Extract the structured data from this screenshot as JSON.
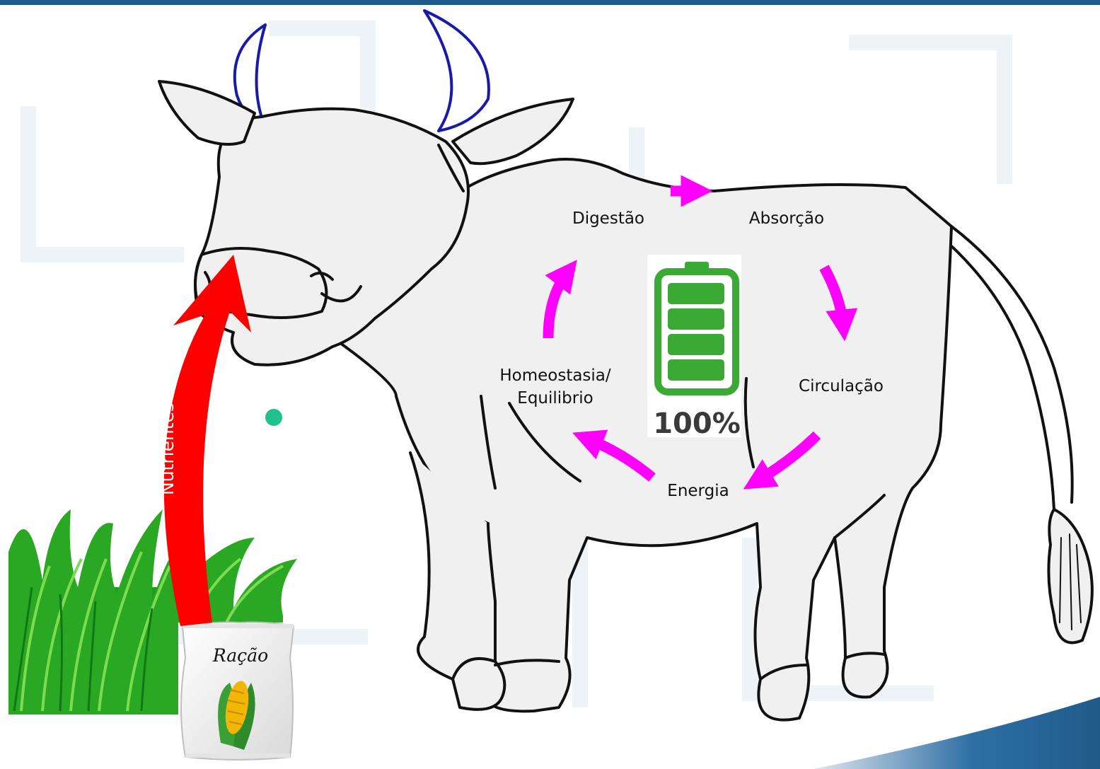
{
  "diagram": {
    "cycle_steps": {
      "digestao": "Digestão",
      "absorcao": "Absorção",
      "circulacao": "Circulação",
      "energia": "Energia",
      "homeostasia_line1": "Homeostasia/",
      "homeostasia_line2": "Equilibrio"
    },
    "feed_arrow_label": "Nutrientes",
    "feed_bag_label": "Ração",
    "battery_level": "100%",
    "battery_fraction": 1.0
  },
  "colors": {
    "cycle_arrow": "#ff00ff",
    "feed_arrow": "#ff0000",
    "battery": "#3aaa35",
    "bullet": "#22c08c",
    "horns": "#1a1aa8"
  },
  "icons": [
    "cow-illustration",
    "grass-icon",
    "feed-bag-icon",
    "corn-icon",
    "battery-icon"
  ]
}
